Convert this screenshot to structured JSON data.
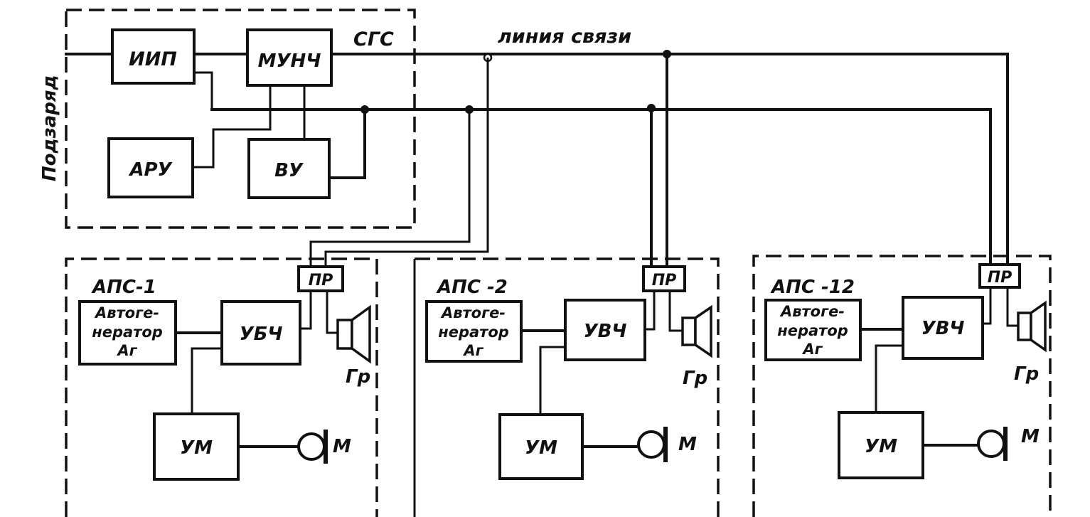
{
  "central": {
    "group_label": "СГС",
    "side_label": "Подзаряд",
    "blocks": {
      "iip": "ИИП",
      "munch": "МУНЧ",
      "aru": "АРУ",
      "vu": "ВУ"
    }
  },
  "line_label": "линия связи",
  "stations": [
    {
      "title": "АПС-1",
      "ag_line1": "Автоге-",
      "ag_line2": "нератор",
      "ag_line3": "Аг",
      "amp": "УБЧ",
      "um": "УМ",
      "pr": "ПР",
      "gr": "Гр",
      "mic": "М"
    },
    {
      "title": "АПС -2",
      "ag_line1": "Автоге-",
      "ag_line2": "нератор",
      "ag_line3": "Аг",
      "amp": "УВЧ",
      "um": "УМ",
      "pr": "ПР",
      "gr": "Гр",
      "mic": "М"
    },
    {
      "title": "АПС -12",
      "ag_line1": "Автоге-",
      "ag_line2": "нератор",
      "ag_line3": "Аг",
      "amp": "УВЧ",
      "um": "УМ",
      "pr": "ПР",
      "gr": "Гр",
      "mic": "М"
    }
  ]
}
